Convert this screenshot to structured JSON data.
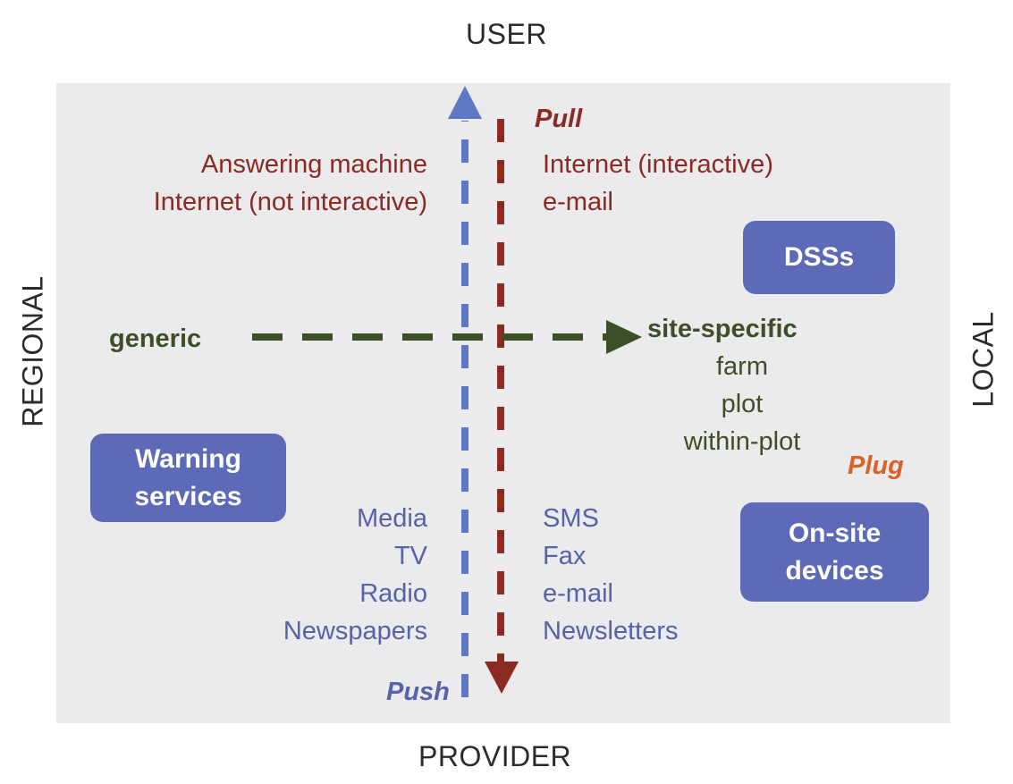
{
  "axes": {
    "top": "USER",
    "bottom": "PROVIDER",
    "left": "REGIONAL",
    "right": "LOCAL"
  },
  "labels": {
    "pull": "Pull",
    "push": "Push",
    "plug": "Plug",
    "generic": "generic",
    "site_specific": "site-specific"
  },
  "pull_left": [
    "Answering machine",
    "Internet (not interactive)"
  ],
  "pull_right": [
    "Internet (interactive)",
    "e-mail"
  ],
  "site_levels": [
    "farm",
    "plot",
    "within-plot"
  ],
  "push_left": [
    "Media",
    "TV",
    "Radio",
    "Newspapers"
  ],
  "push_right": [
    "SMS",
    "Fax",
    "e-mail",
    "Newsletters"
  ],
  "boxes": {
    "dss": "DSSs",
    "warning": [
      "Warning",
      "services"
    ],
    "onsite": [
      "On-site",
      "devices"
    ]
  },
  "colors": {
    "pull": "#8b2a22",
    "push": "#5663a9",
    "generic": "#3d4f26",
    "plug": "#d9622a",
    "box": "#5c6ab8",
    "panel": "#ebeaec"
  }
}
